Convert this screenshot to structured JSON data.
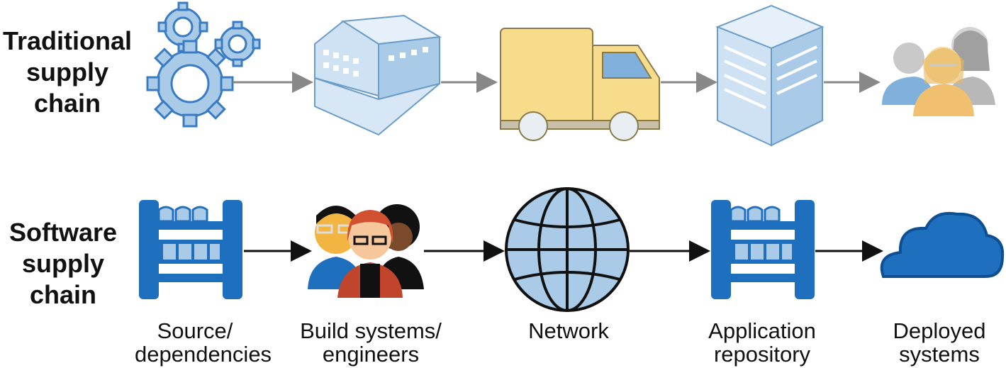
{
  "rows": {
    "traditional": {
      "title_lines": [
        "Traditional",
        "supply",
        "chain"
      ],
      "stages": [
        {
          "icon": "gears-icon"
        },
        {
          "icon": "factory-icon"
        },
        {
          "icon": "truck-icon"
        },
        {
          "icon": "building-icon"
        },
        {
          "icon": "people-icon"
        }
      ]
    },
    "software": {
      "title_lines": [
        "Software",
        "supply",
        "chain"
      ],
      "stages": [
        {
          "icon": "repository-icon",
          "label_lines": [
            "Source/",
            "dependencies"
          ]
        },
        {
          "icon": "engineers-icon",
          "label_lines": [
            "Build systems/",
            "engineers"
          ]
        },
        {
          "icon": "globe-icon",
          "label_lines": [
            "Network"
          ]
        },
        {
          "icon": "repository-icon",
          "label_lines": [
            "Application",
            "repository"
          ]
        },
        {
          "icon": "cloud-icon",
          "label_lines": [
            "Deployed",
            "systems"
          ]
        }
      ]
    }
  },
  "colors": {
    "blue_light": "#a9cbe8",
    "blue_mid": "#7fb1dc",
    "blue_dark": "#1f6fbf",
    "truck_yellow": "#f7dc8c",
    "arrow_gray": "#888888",
    "arrow_black": "#111111"
  }
}
